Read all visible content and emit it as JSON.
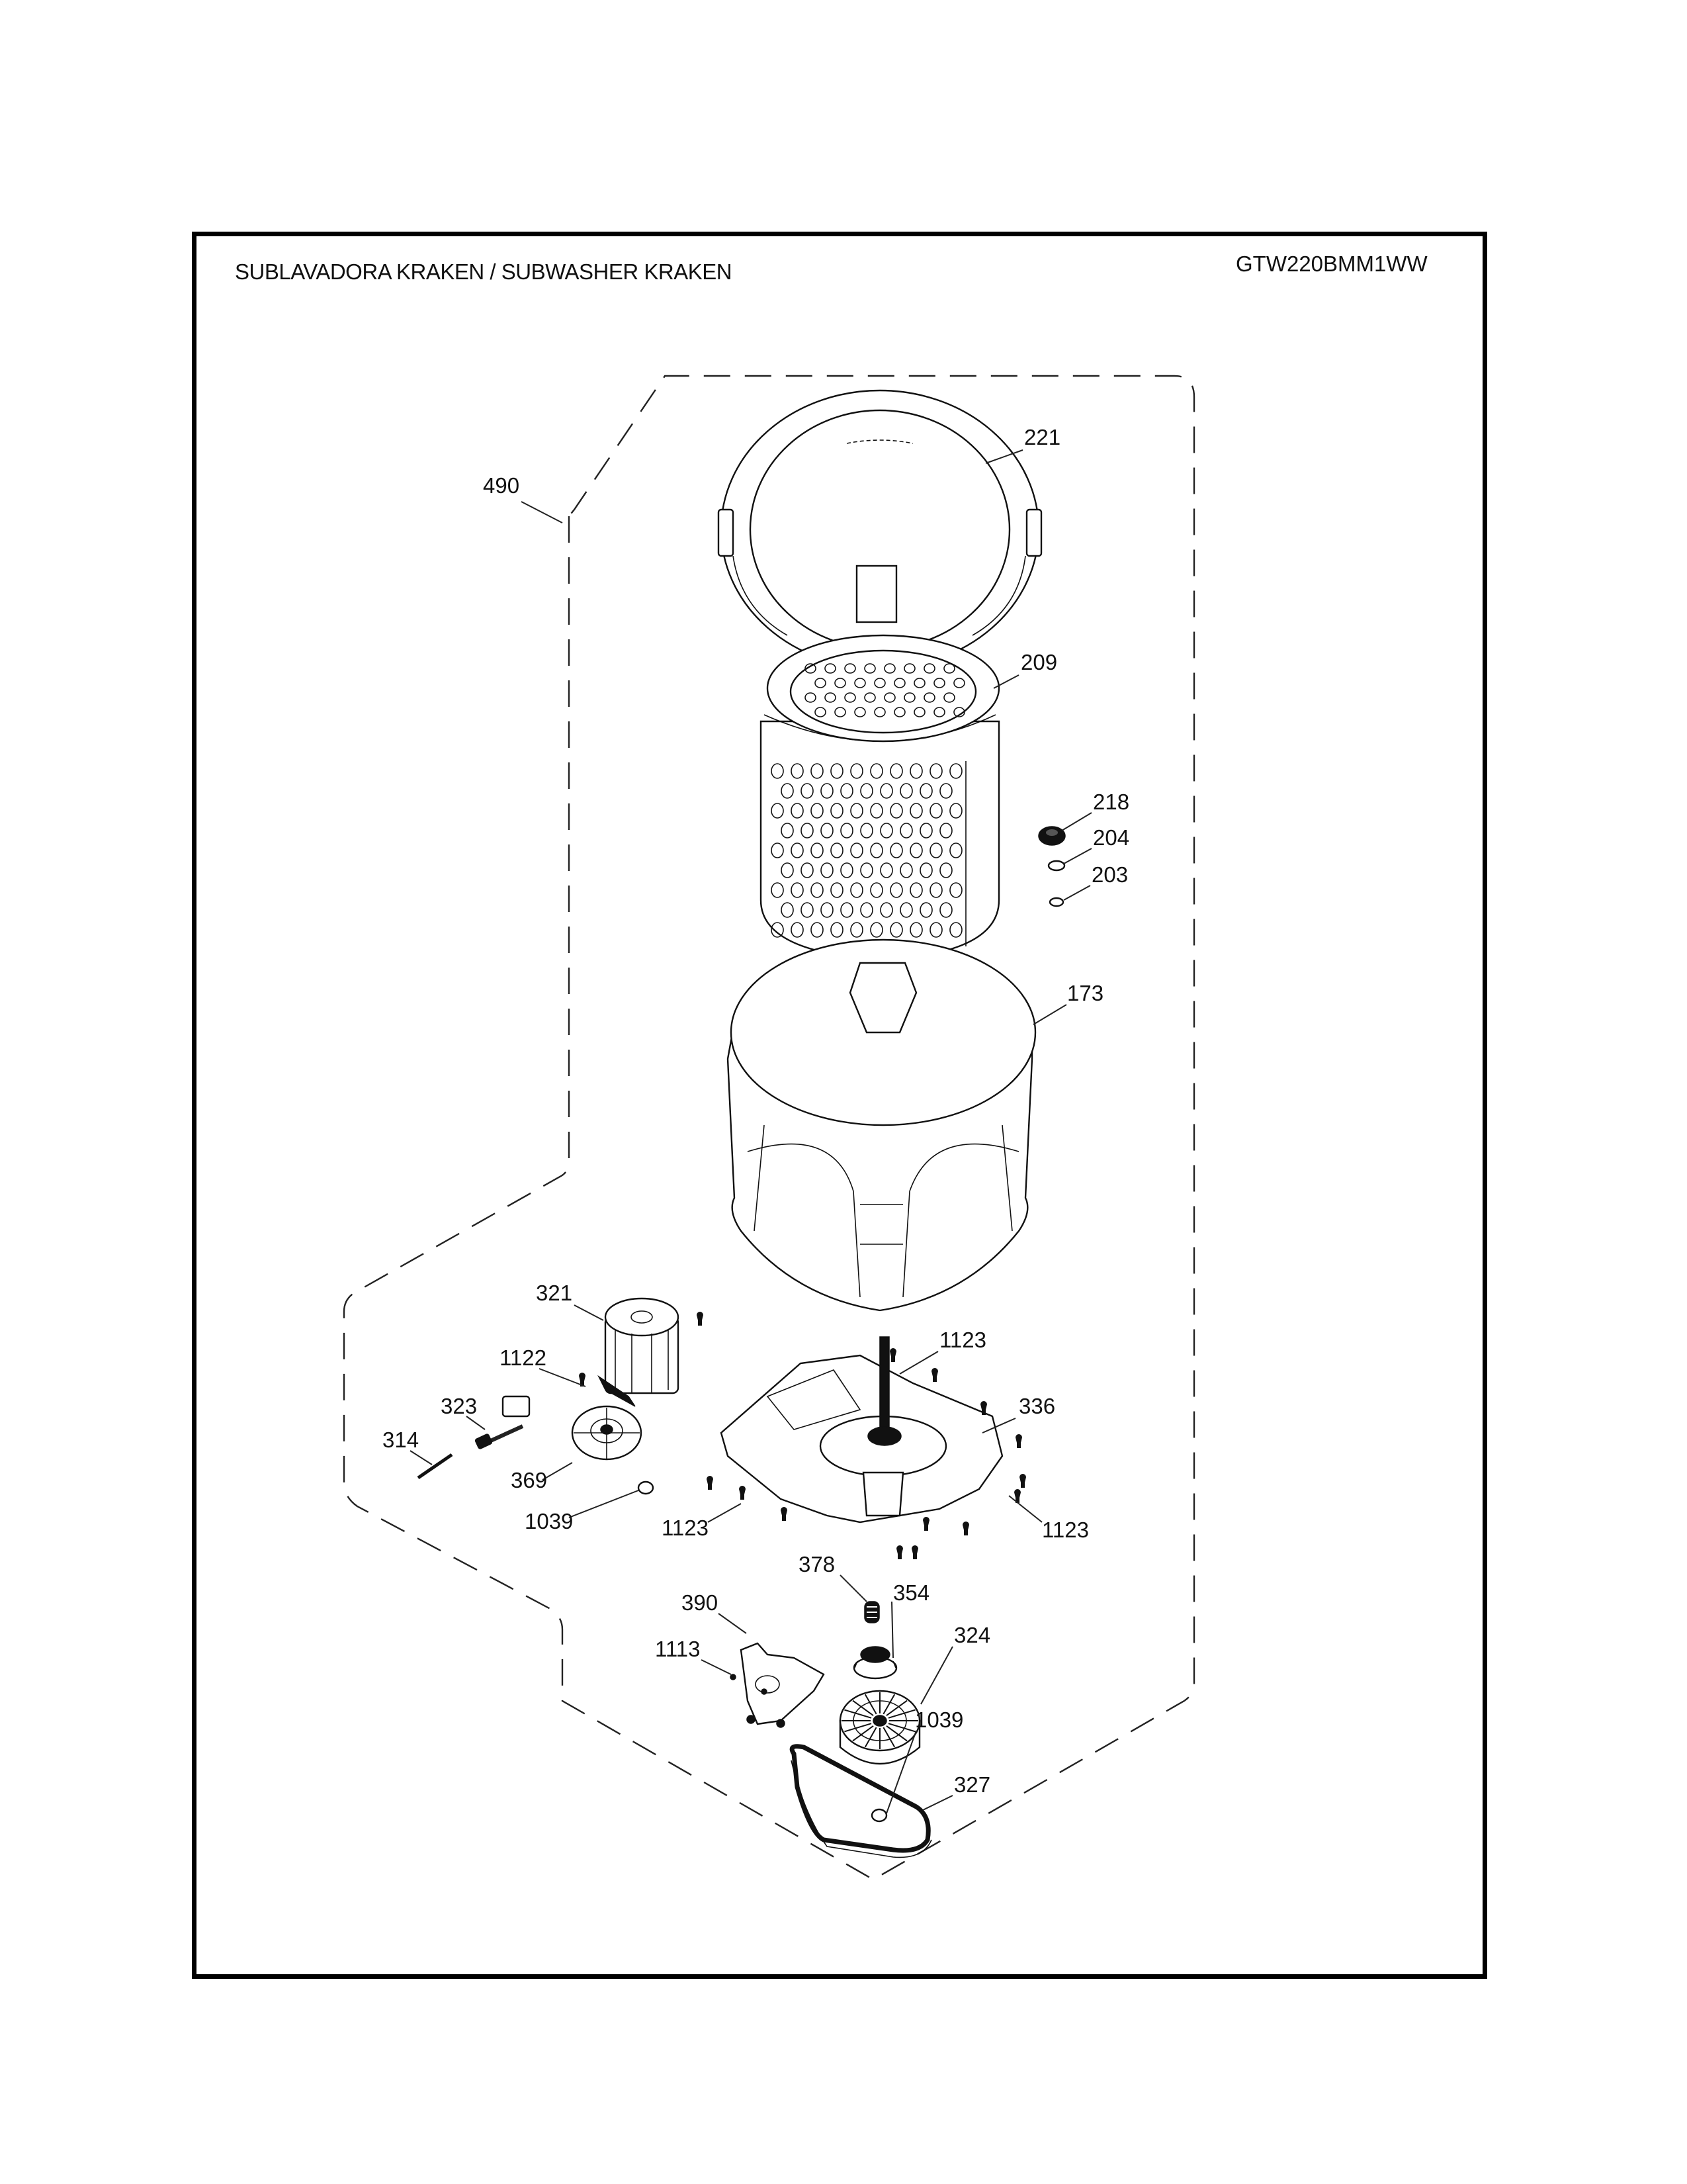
{
  "document": {
    "title": "SUBLAVADORA KRAKEN / SUBWASHER KRAKEN",
    "model_number": "GTW220BMM1WW"
  },
  "diagram": {
    "type": "exploded-parts-diagram",
    "subassembly_callout": "490",
    "callouts": [
      {
        "id": "221",
        "part": "tub-cover-ring"
      },
      {
        "id": "209",
        "part": "wash-basket"
      },
      {
        "id": "218",
        "part": "hub-nut"
      },
      {
        "id": "204",
        "part": "washer"
      },
      {
        "id": "203",
        "part": "washer-small"
      },
      {
        "id": "173",
        "part": "outer-tub"
      },
      {
        "id": "321",
        "part": "drive-motor"
      },
      {
        "id": "1122",
        "part": "motor-screw"
      },
      {
        "id": "323",
        "part": "wire-harness"
      },
      {
        "id": "314",
        "part": "pin"
      },
      {
        "id": "369",
        "part": "motor-pulley"
      },
      {
        "id": "1039",
        "part": "pulley-nut"
      },
      {
        "id": "1123",
        "part": "mounting-bolt"
      },
      {
        "id": "336",
        "part": "mounting-plate-assembly"
      },
      {
        "id": "1123",
        "part": "mounting-bolt"
      },
      {
        "id": "1123",
        "part": "mounting-bolt"
      },
      {
        "id": "378",
        "part": "coupling-spring"
      },
      {
        "id": "354",
        "part": "clutch-coupling"
      },
      {
        "id": "390",
        "part": "shift-actuator"
      },
      {
        "id": "1113",
        "part": "actuator-screw"
      },
      {
        "id": "324",
        "part": "drive-pulley"
      },
      {
        "id": "1039",
        "part": "pulley-nut"
      },
      {
        "id": "327",
        "part": "drive-belt"
      }
    ]
  }
}
